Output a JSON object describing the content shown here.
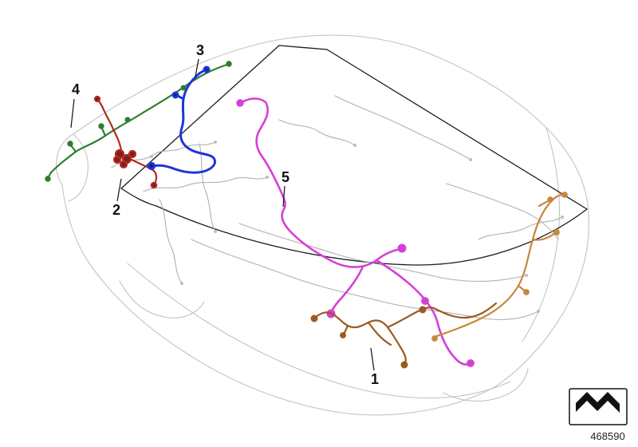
{
  "diagram": {
    "number": "468590",
    "callouts": [
      {
        "label": "1",
        "color": "#9a5a1e"
      },
      {
        "label": "2",
        "color": "#b22a22"
      },
      {
        "label": "3",
        "color": "#1f35d8"
      },
      {
        "label": "4",
        "color": "#2f7d32"
      },
      {
        "label": "5",
        "color": "#d63fd6"
      }
    ],
    "secondary_colors": {
      "right_harness_orange": "#c8863e",
      "red_connector_dark": "#7a1f1f",
      "blue_connector_dark": "#101e7a"
    }
  }
}
